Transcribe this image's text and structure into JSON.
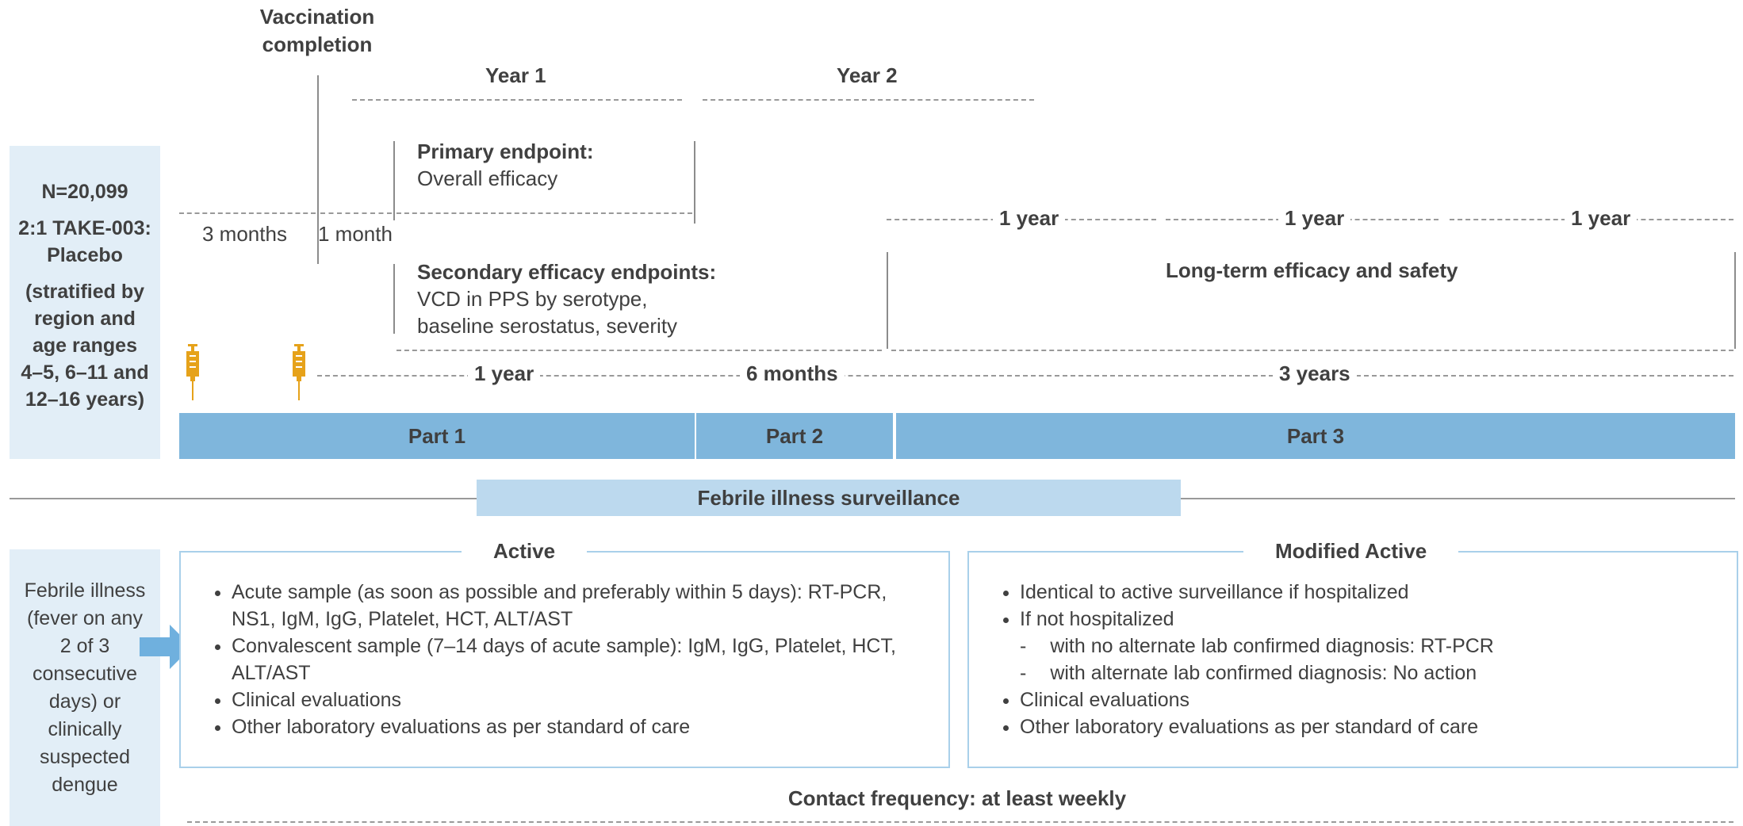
{
  "top": {
    "vaccination_completion_line1": "Vaccination",
    "vaccination_completion_line2": "completion",
    "year1": "Year 1",
    "year2": "Year 2",
    "primary_endpoint_title": "Primary endpoint:",
    "primary_endpoint_value": "Overall efficacy",
    "three_months": "3 months",
    "one_month": "1 month",
    "secondary_title": "Secondary efficacy endpoints:",
    "secondary_line1": "VCD in PPS by serotype,",
    "secondary_line2": "baseline serostatus, severity",
    "longterm_years": [
      "1 year",
      "1 year",
      "1 year"
    ],
    "longterm_label": "Long-term efficacy and safety",
    "dur_part1": "1 year",
    "dur_part2": "6 months",
    "dur_part3": "3 years"
  },
  "study_box": {
    "n": "N=20,099",
    "ratio_line1": "2:1 TAKE-003:",
    "ratio_line2": "Placebo",
    "strat_line1": "(stratified by",
    "strat_line2": "region and",
    "strat_line3": "age ranges",
    "strat_line4": "4–5, 6–11 and",
    "strat_line5": "12–16 years)"
  },
  "parts": [
    "Part 1",
    "Part 2",
    "Part 3"
  ],
  "surveillance_banner": "Febrile illness surveillance",
  "febrile_box": [
    "Febrile illness",
    "(fever on any",
    "2 of 3",
    "consecutive",
    "days) or",
    "clinically",
    "suspected",
    "dengue"
  ],
  "active": {
    "title": "Active",
    "items": [
      "Acute sample (as soon as possible and preferably within 5 days): RT-PCR, NS1, IgM, IgG, Platelet, HCT, ALT/AST",
      "Convalescent sample (7–14 days of acute sample): IgM, IgG, Platelet, HCT, ALT/AST",
      "Clinical evaluations",
      "Other laboratory evaluations as per standard of care"
    ]
  },
  "modified_active": {
    "title": "Modified Active",
    "item1": "Identical to active surveillance if hospitalized",
    "item2": "If not hospitalized",
    "sub1": "with no alternate lab confirmed diagnosis: RT-PCR",
    "sub2": "with alternate lab confirmed diagnosis: No action",
    "item3": "Clinical evaluations",
    "item4": "Other laboratory evaluations as per standard of care"
  },
  "contact_frequency": "Contact frequency: at least weekly",
  "colors": {
    "part_bar": "#7fb6dc",
    "left_box": "#e2eef7",
    "banner": "#bcd9ee",
    "box_border": "#a9d0ea",
    "syringe": "#e6a21a",
    "arrow": "#6fb0de"
  },
  "icons": [
    "syringe-icon",
    "syringe-icon",
    "right-arrow-icon"
  ]
}
